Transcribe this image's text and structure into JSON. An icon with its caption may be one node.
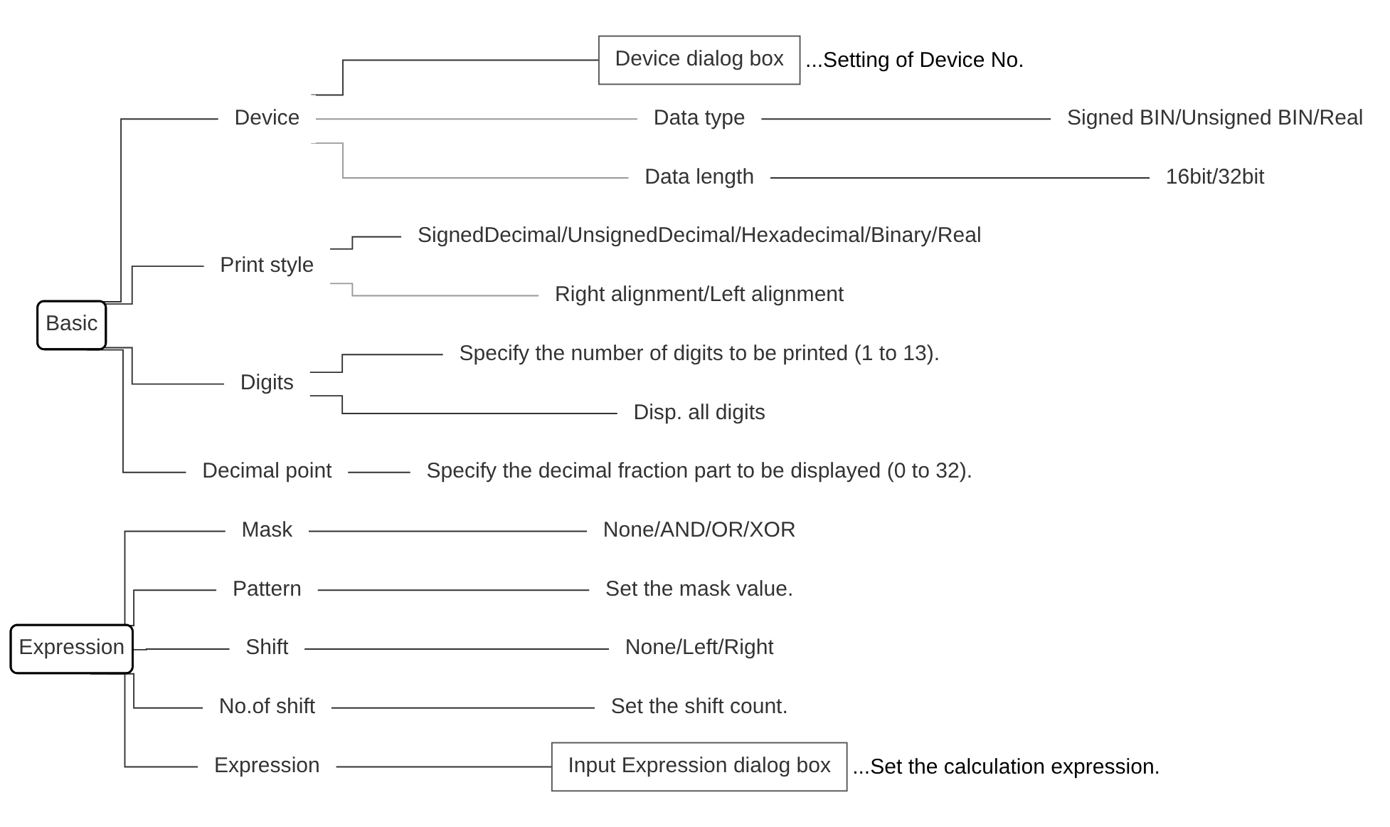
{
  "diagram": {
    "nodes": [
      {
        "text": [
          "Basic"
        ]
      },
      {
        "text": [
          "Device"
        ]
      },
      {
        "text": [
          "Device dialog box"
        ],
        "beside": [
          "...Setting of Device No."
        ]
      },
      {
        "text": [
          "Data type"
        ]
      },
      {
        "text": [
          "Signed BIN/Unsigned BIN/Real"
        ]
      },
      {
        "text": [
          "Data length"
        ]
      },
      {
        "text": [
          "16bit/32bit"
        ]
      },
      {
        "text": [
          "Print style"
        ]
      },
      {
        "text": [
          "SignedDecimal/UnsignedDecimal/Hexadecimal/Binary/Real"
        ]
      },
      {
        "text": [
          "Right alignment/Left alignment"
        ]
      },
      {
        "text": [
          "Digits"
        ]
      },
      {
        "text": [
          "Specify the number of digits to be printed (1 to 13)."
        ]
      },
      {
        "text": [
          "Disp. all digits"
        ]
      },
      {
        "text": [
          "Decimal point"
        ]
      },
      {
        "text": [
          "Specify the decimal fraction part to be displayed (0 to 32)."
        ]
      },
      {
        "text": [
          "Expression"
        ]
      },
      {
        "text": [
          "Mask"
        ]
      },
      {
        "text": [
          "None/AND/OR/XOR"
        ]
      },
      {
        "text": [
          "Pattern"
        ]
      },
      {
        "text": [
          "Set the mask value."
        ]
      },
      {
        "text": [
          "Shift"
        ]
      },
      {
        "text": [
          "None/Left/Right"
        ]
      },
      {
        "text": [
          "No.of shift"
        ]
      },
      {
        "text": [
          "Set the shift count."
        ]
      },
      {
        "text": [
          "Expression"
        ]
      },
      {
        "text": [
          "Input Expression dialog box"
        ],
        "beside": [
          "...Set the calculation expression."
        ]
      }
    ],
    "edges": [
      {
        "from": 0,
        "to": 1,
        "arrow": "none"
      },
      {
        "from": 1,
        "to": 2,
        "arrow": "none"
      },
      {
        "from": 1,
        "to": 3,
        "arrow": "none",
        "color": "#999999"
      },
      {
        "from": 3,
        "to": 4,
        "arrow": "none"
      },
      {
        "from": 1,
        "to": 5,
        "arrow": "none",
        "color": "#999999"
      },
      {
        "from": 5,
        "to": 6,
        "arrow": "none"
      },
      {
        "from": 0,
        "to": 7,
        "arrow": "none"
      },
      {
        "from": 7,
        "to": 8,
        "arrow": "none"
      },
      {
        "from": 7,
        "to": 9,
        "arrow": "none",
        "color": "#999999"
      },
      {
        "from": 0,
        "to": 10,
        "arrow": "none"
      },
      {
        "from": 10,
        "to": 11,
        "arrow": "none"
      },
      {
        "from": 10,
        "to": 12,
        "arrow": "none"
      },
      {
        "from": 0,
        "to": 13,
        "arrow": "none"
      },
      {
        "from": 13,
        "to": 14,
        "arrow": "none"
      },
      {
        "from": 15,
        "to": 16,
        "arrow": "none"
      },
      {
        "from": 16,
        "to": 17,
        "arrow": "none"
      },
      {
        "from": 15,
        "to": 18,
        "arrow": "none"
      },
      {
        "from": 18,
        "to": 19,
        "arrow": "none"
      },
      {
        "from": 15,
        "to": 20,
        "arrow": "none"
      },
      {
        "from": 20,
        "to": 21,
        "arrow": "none"
      },
      {
        "from": 15,
        "to": 22,
        "arrow": "none"
      },
      {
        "from": 22,
        "to": 23,
        "arrow": "none"
      },
      {
        "from": 15,
        "to": 24,
        "arrow": "none"
      },
      {
        "from": 24,
        "to": 25,
        "arrow": "none"
      }
    ]
  }
}
